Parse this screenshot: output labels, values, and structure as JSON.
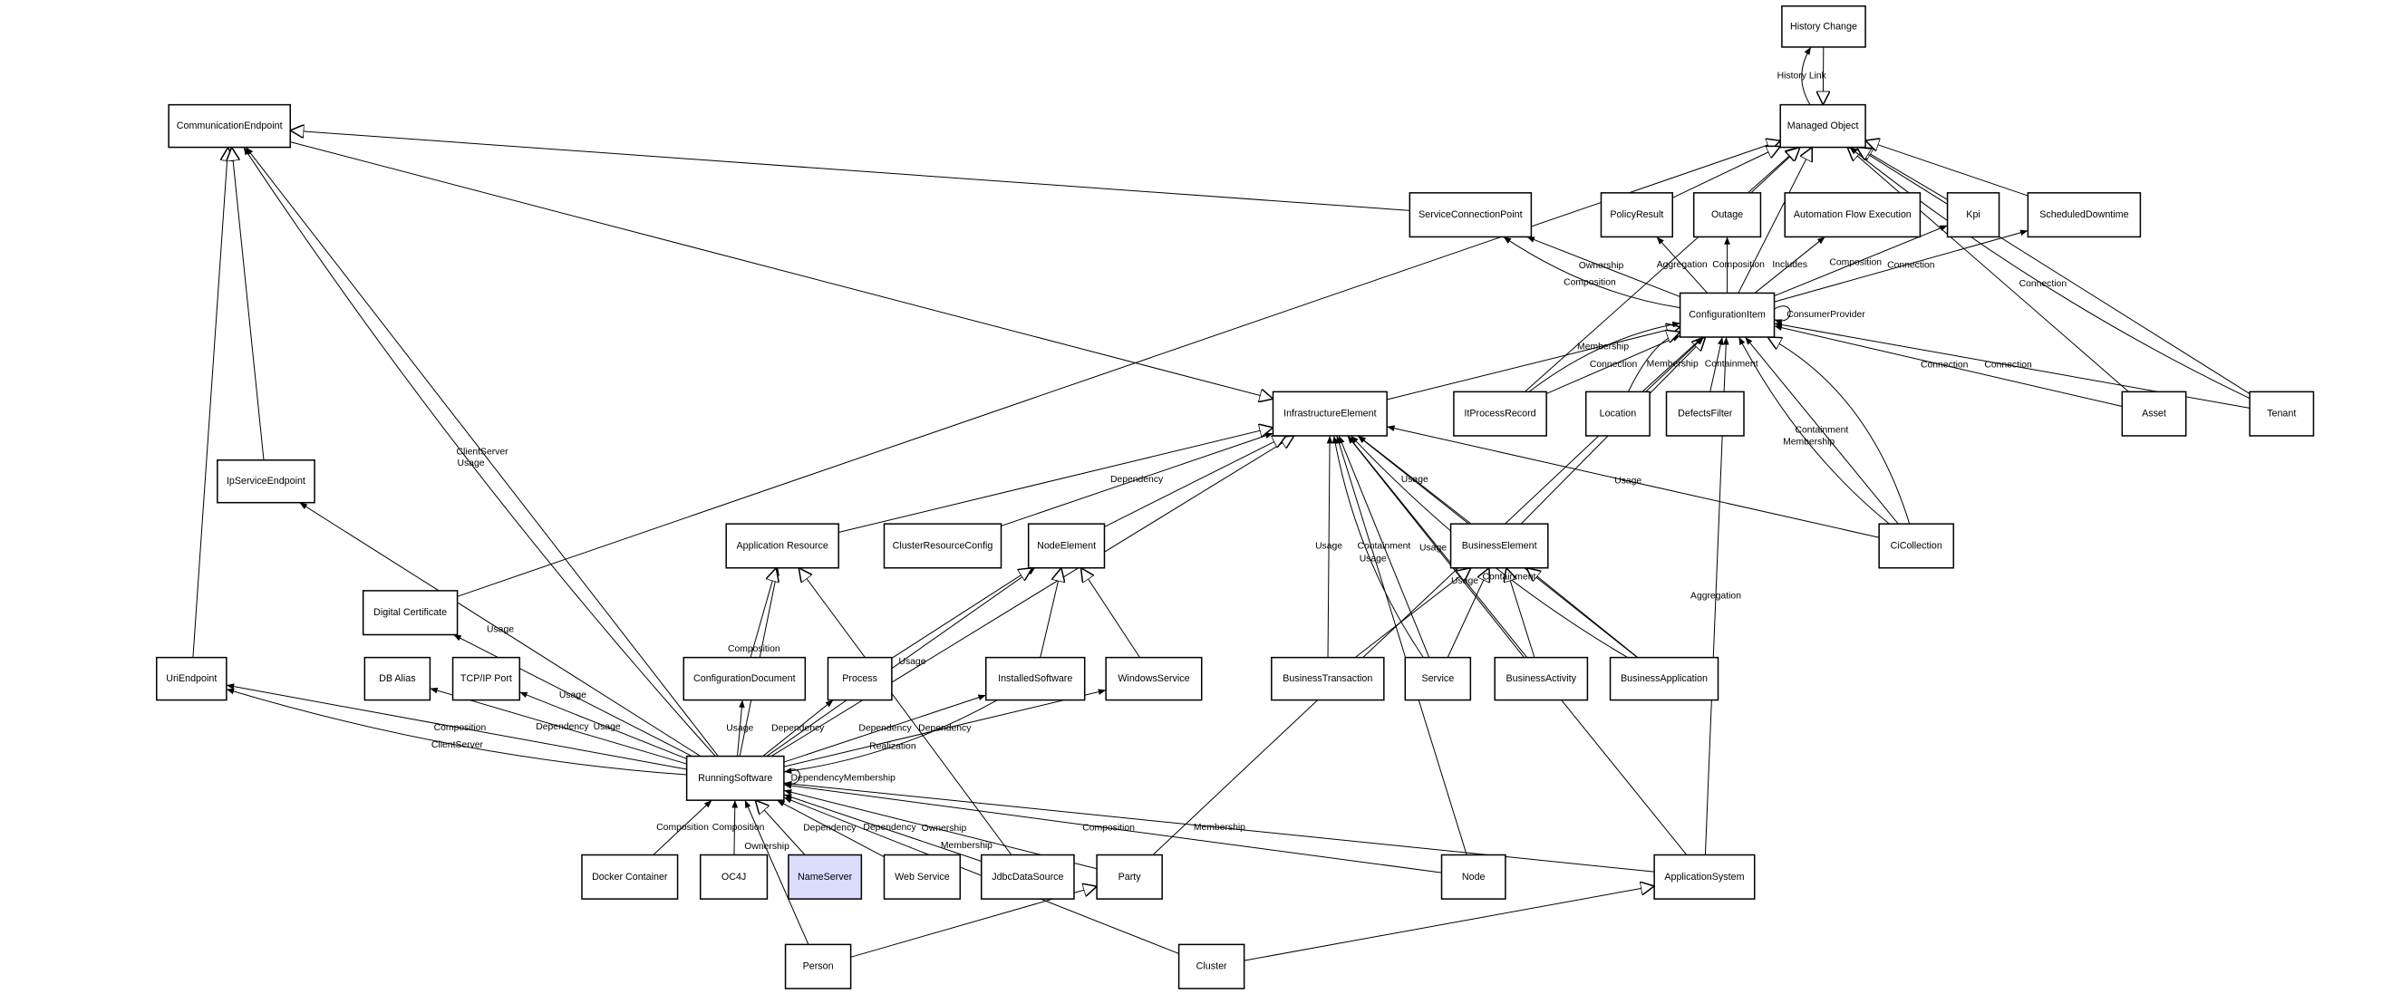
{
  "diagram": {
    "nodes": [
      {
        "id": "hc",
        "label": "History Change"
      },
      {
        "id": "mo",
        "label": "Managed Object"
      },
      {
        "id": "ce",
        "label": "CommunicationEndpoint"
      },
      {
        "id": "scp",
        "label": "ServiceConnectionPoint"
      },
      {
        "id": "pr",
        "label": "PolicyResult"
      },
      {
        "id": "out",
        "label": "Outage"
      },
      {
        "id": "afe",
        "label": "Automation Flow Execution"
      },
      {
        "id": "kpi",
        "label": "Kpi"
      },
      {
        "id": "sd",
        "label": "ScheduledDowntime"
      },
      {
        "id": "ci",
        "label": "ConfigurationItem"
      },
      {
        "id": "ie",
        "label": "InfrastructureElement"
      },
      {
        "id": "ipr",
        "label": "ItProcessRecord"
      },
      {
        "id": "loc",
        "label": "Location"
      },
      {
        "id": "df",
        "label": "DefectsFilter"
      },
      {
        "id": "asset",
        "label": "Asset"
      },
      {
        "id": "tenant",
        "label": "Tenant"
      },
      {
        "id": "ipse",
        "label": "IpServiceEndpoint"
      },
      {
        "id": "ar",
        "label": "Application Resource"
      },
      {
        "id": "crc",
        "label": "ClusterResourceConfig"
      },
      {
        "id": "ne",
        "label": "NodeElement"
      },
      {
        "id": "be",
        "label": "BusinessElement"
      },
      {
        "id": "cic",
        "label": "CiCollection"
      },
      {
        "id": "dc",
        "label": "Digital Certificate"
      },
      {
        "id": "uri",
        "label": "UriEndpoint"
      },
      {
        "id": "dba",
        "label": "DB Alias"
      },
      {
        "id": "tcp",
        "label": "TCP/IP Port"
      },
      {
        "id": "cd",
        "label": "ConfigurationDocument"
      },
      {
        "id": "proc",
        "label": "Process"
      },
      {
        "id": "is",
        "label": "InstalledSoftware"
      },
      {
        "id": "ws",
        "label": "WindowsService"
      },
      {
        "id": "bt",
        "label": "BusinessTransaction"
      },
      {
        "id": "svc",
        "label": "Service"
      },
      {
        "id": "ba",
        "label": "BusinessActivity"
      },
      {
        "id": "bapp",
        "label": "BusinessApplication"
      },
      {
        "id": "rs",
        "label": "RunningSoftware"
      },
      {
        "id": "dock",
        "label": "Docker Container"
      },
      {
        "id": "oc4j",
        "label": "OC4J"
      },
      {
        "id": "ns",
        "label": "NameServer",
        "highlighted": true
      },
      {
        "id": "web",
        "label": "Web Service"
      },
      {
        "id": "jdbc",
        "label": "JdbcDataSource"
      },
      {
        "id": "party",
        "label": "Party"
      },
      {
        "id": "node",
        "label": "Node"
      },
      {
        "id": "as",
        "label": "ApplicationSystem"
      },
      {
        "id": "person",
        "label": "Person"
      },
      {
        "id": "cluster",
        "label": "Cluster"
      }
    ],
    "edges": [
      {
        "from": "hc",
        "to": "mo",
        "kind": "generalization",
        "label": ""
      },
      {
        "from": "mo",
        "to": "hc",
        "kind": "association",
        "label": "History Link"
      },
      {
        "from": "scp",
        "to": "ce",
        "kind": "generalization",
        "label": ""
      },
      {
        "from": "dc",
        "to": "mo",
        "kind": "generalization",
        "label": ""
      },
      {
        "from": "ipr",
        "to": "mo",
        "kind": "generalization",
        "label": ""
      },
      {
        "from": "ci",
        "to": "mo",
        "kind": "generalization",
        "label": ""
      },
      {
        "from": "pr",
        "to": "mo",
        "kind": "generalization",
        "label": ""
      },
      {
        "from": "out",
        "to": "mo",
        "kind": "generalization",
        "label": ""
      },
      {
        "from": "kpi",
        "to": "mo",
        "kind": "generalization",
        "label": ""
      },
      {
        "from": "sd",
        "to": "mo",
        "kind": "generalization",
        "label": ""
      },
      {
        "from": "asset",
        "to": "mo",
        "kind": "generalization",
        "label": ""
      },
      {
        "from": "tenant",
        "to": "mo",
        "kind": "generalization",
        "label": ""
      },
      {
        "from": "tenant",
        "to": "mo",
        "kind": "association",
        "label": "Connection"
      },
      {
        "from": "ce",
        "to": "ie",
        "kind": "generalization",
        "label": ""
      },
      {
        "from": "uri",
        "to": "ce",
        "kind": "generalization",
        "label": ""
      },
      {
        "from": "ipse",
        "to": "ce",
        "kind": "generalization",
        "label": ""
      },
      {
        "from": "rs",
        "to": "ce",
        "kind": "association",
        "label": "ClientServer"
      },
      {
        "from": "rs",
        "to": "ce",
        "kind": "association",
        "label": "Usage"
      },
      {
        "from": "rs",
        "to": "ipse",
        "kind": "association",
        "label": "Usage"
      },
      {
        "from": "rs",
        "to": "uri",
        "kind": "association",
        "label": "Composition"
      },
      {
        "from": "rs",
        "to": "uri",
        "kind": "association",
        "label": "ClientServer"
      },
      {
        "from": "rs",
        "to": "dc",
        "kind": "association",
        "label": "Usage"
      },
      {
        "from": "rs",
        "to": "dba",
        "kind": "association",
        "label": "Dependency"
      },
      {
        "from": "rs",
        "to": "tcp",
        "kind": "association",
        "label": "Usage"
      },
      {
        "from": "rs",
        "to": "cd",
        "kind": "association",
        "label": "Usage"
      },
      {
        "from": "rs",
        "to": "ar",
        "kind": "association",
        "label": "Composition"
      },
      {
        "from": "rs",
        "to": "proc",
        "kind": "association",
        "label": "Dependency"
      },
      {
        "from": "rs",
        "to": "ne",
        "kind": "association",
        "label": "Usage"
      },
      {
        "from": "rs",
        "to": "is",
        "kind": "association",
        "label": "Dependency"
      },
      {
        "from": "is",
        "to": "rs",
        "kind": "association",
        "label": "Realization"
      },
      {
        "from": "rs",
        "to": "ws",
        "kind": "association",
        "label": "Dependency"
      },
      {
        "from": "rs",
        "to": "rs",
        "kind": "association",
        "label": "DependencyMembership"
      },
      {
        "from": "rs",
        "to": "ie",
        "kind": "generalization",
        "label": ""
      },
      {
        "from": "dock",
        "to": "rs",
        "kind": "association",
        "label": "Composition"
      },
      {
        "from": "oc4j",
        "to": "rs",
        "kind": "association",
        "label": "Composition"
      },
      {
        "from": "ns",
        "to": "rs",
        "kind": "generalization",
        "label": ""
      },
      {
        "from": "web",
        "to": "rs",
        "kind": "association",
        "label": "Dependency"
      },
      {
        "from": "jdbc",
        "to": "rs",
        "kind": "association",
        "label": "Dependency"
      },
      {
        "from": "party",
        "to": "rs",
        "kind": "association",
        "label": "Ownership"
      },
      {
        "from": "cluster",
        "to": "rs",
        "kind": "association",
        "label": "Membership"
      },
      {
        "from": "node",
        "to": "rs",
        "kind": "association",
        "label": "Composition"
      },
      {
        "from": "as",
        "to": "rs",
        "kind": "association",
        "label": "Membership"
      },
      {
        "from": "person",
        "to": "rs",
        "kind": "association",
        "label": "Ownership"
      },
      {
        "from": "person",
        "to": "party",
        "kind": "generalization",
        "label": ""
      },
      {
        "from": "cluster",
        "to": "as",
        "kind": "generalization",
        "label": ""
      },
      {
        "from": "jdbc",
        "to": "ar",
        "kind": "generalization",
        "label": ""
      },
      {
        "from": "cd",
        "to": "ar",
        "kind": "generalization",
        "label": ""
      },
      {
        "from": "ar",
        "to": "ie",
        "kind": "generalization",
        "label": ""
      },
      {
        "from": "crc",
        "to": "ie",
        "kind": "association",
        "label": "Dependency"
      },
      {
        "from": "ne",
        "to": "ie",
        "kind": "generalization",
        "label": ""
      },
      {
        "from": "proc",
        "to": "ne",
        "kind": "generalization",
        "label": ""
      },
      {
        "from": "is",
        "to": "ne",
        "kind": "generalization",
        "label": ""
      },
      {
        "from": "ws",
        "to": "ne",
        "kind": "generalization",
        "label": ""
      },
      {
        "from": "bt",
        "to": "ie",
        "kind": "association",
        "label": "Usage"
      },
      {
        "from": "svc",
        "to": "ie",
        "kind": "association",
        "label": "Containment"
      },
      {
        "from": "svc",
        "to": "ie",
        "kind": "association",
        "label": "Usage"
      },
      {
        "from": "ba",
        "to": "ie",
        "kind": "association",
        "label": "Usage"
      },
      {
        "from": "be",
        "to": "ie",
        "kind": "association",
        "label": "Usage"
      },
      {
        "from": "bapp",
        "to": "ie",
        "kind": "association",
        "label": "Containment"
      },
      {
        "from": "bapp",
        "to": "ie",
        "kind": "association",
        "label": "Usage"
      },
      {
        "from": "node",
        "to": "ie",
        "kind": "association",
        "label": ""
      },
      {
        "from": "as",
        "to": "ie",
        "kind": "association",
        "label": ""
      },
      {
        "from": "cic",
        "to": "ie",
        "kind": "association",
        "label": "Usage"
      },
      {
        "from": "bt",
        "to": "be",
        "kind": "generalization",
        "label": ""
      },
      {
        "from": "svc",
        "to": "be",
        "kind": "generalization",
        "label": ""
      },
      {
        "from": "ba",
        "to": "be",
        "kind": "generalization",
        "label": ""
      },
      {
        "from": "bapp",
        "to": "be",
        "kind": "generalization",
        "label": ""
      },
      {
        "from": "be",
        "to": "ci",
        "kind": "generalization",
        "label": ""
      },
      {
        "from": "ie",
        "to": "ci",
        "kind": "generalization",
        "label": ""
      },
      {
        "from": "ipr",
        "to": "ci",
        "kind": "association",
        "label": "Connection"
      },
      {
        "from": "ipr",
        "to": "ci",
        "kind": "association",
        "label": "Membership"
      },
      {
        "from": "loc",
        "to": "ci",
        "kind": "association",
        "label": "Membership"
      },
      {
        "from": "loc",
        "to": "ci",
        "kind": "generalization",
        "label": ""
      },
      {
        "from": "df",
        "to": "ci",
        "kind": "association",
        "label": "Containment"
      },
      {
        "from": "ci",
        "to": "scp",
        "kind": "association",
        "label": "Ownership"
      },
      {
        "from": "ci",
        "to": "scp",
        "kind": "association",
        "label": "Composition"
      },
      {
        "from": "ci",
        "to": "pr",
        "kind": "association",
        "label": "Aggregation"
      },
      {
        "from": "ci",
        "to": "out",
        "kind": "association",
        "label": "Composition"
      },
      {
        "from": "ci",
        "to": "afe",
        "kind": "association",
        "label": "Includes"
      },
      {
        "from": "ci",
        "to": "kpi",
        "kind": "association",
        "label": "Composition"
      },
      {
        "from": "ci",
        "to": "sd",
        "kind": "association",
        "label": "Connection"
      },
      {
        "from": "ci",
        "to": "ci",
        "kind": "association",
        "label": "ConsumerProvider"
      },
      {
        "from": "asset",
        "to": "ci",
        "kind": "association",
        "label": "Connection"
      },
      {
        "from": "tenant",
        "to": "ci",
        "kind": "association",
        "label": "Connection"
      },
      {
        "from": "cic",
        "to": "ci",
        "kind": "association",
        "label": "Containment"
      },
      {
        "from": "cic",
        "to": "ci",
        "kind": "association",
        "label": "Membership"
      },
      {
        "from": "cic",
        "to": "ci",
        "kind": "generalization",
        "label": ""
      },
      {
        "from": "as",
        "to": "ci",
        "kind": "association",
        "label": "Aggregation"
      },
      {
        "from": "party",
        "to": "ci",
        "kind": "association",
        "label": ""
      }
    ]
  },
  "colors": {
    "highlight_fill": "#dcdcff",
    "stroke": "#000000",
    "background": "#ffffff"
  }
}
